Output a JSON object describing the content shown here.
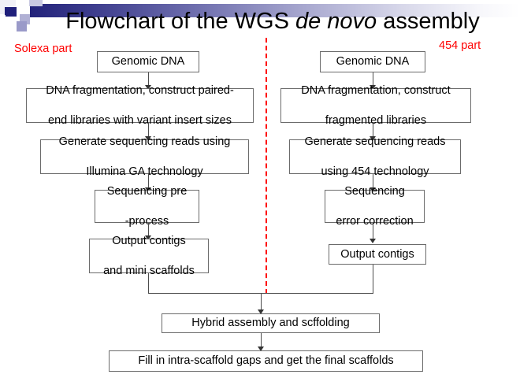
{
  "slide": {
    "title_prefix": "Flowchart of the WGS ",
    "title_italic": "de novo",
    "title_suffix": " assembly",
    "title_full": "Flowchart of the WGS de novo assembly",
    "background_color": "#ffffff"
  },
  "decoration": {
    "gradient_start_color": "#22227a",
    "gradient_end_color": "#ffffff",
    "squares": [
      {
        "name": "square-dark-navy",
        "color": "#1f1f7a"
      },
      {
        "name": "square-pale-lavender",
        "color": "#e6e6f2"
      },
      {
        "name": "square-mid-lavender",
        "color": "#b5b5d8"
      },
      {
        "name": "square-light-lavender",
        "color": "#ccccE4"
      },
      {
        "name": "square-periwinkle",
        "color": "#9a9ac9"
      }
    ]
  },
  "labels": {
    "left_part": "Solexa part",
    "right_part": "454 part",
    "part_color": "#ff0000",
    "divider_color": "#ff0000"
  },
  "flow": {
    "left_column": [
      {
        "id": "l1",
        "text": "Genomic DNA"
      },
      {
        "id": "l2",
        "line1": "DNA fragmentation, construct paired-",
        "line2": "end libraries with variant insert sizes"
      },
      {
        "id": "l3",
        "line1": "Generate sequencing reads using",
        "line2": "Illumina GA technology"
      },
      {
        "id": "l4",
        "line1": "Sequencing pre",
        "line2": "-process"
      },
      {
        "id": "l5",
        "line1": "Output contigs",
        "line2": "and mini scaffolds"
      }
    ],
    "right_column": [
      {
        "id": "r1",
        "text": "Genomic DNA"
      },
      {
        "id": "r2",
        "line1": "DNA fragmentation, construct",
        "line2": "fragmented libraries"
      },
      {
        "id": "r3",
        "line1": "Generate sequencing reads",
        "line2": "using 454 technology"
      },
      {
        "id": "r4",
        "line1": "Sequencing",
        "line2": "error correction"
      },
      {
        "id": "r5",
        "text": "Output contigs"
      }
    ],
    "merged": [
      {
        "id": "m1",
        "text": "Hybrid assembly and scffolding"
      },
      {
        "id": "m2",
        "text": "Fill in intra-scaffold gaps and get the final scaffolds"
      }
    ],
    "box_border_color": "#6b6b6b",
    "connector_color": "#4d4d4d"
  }
}
